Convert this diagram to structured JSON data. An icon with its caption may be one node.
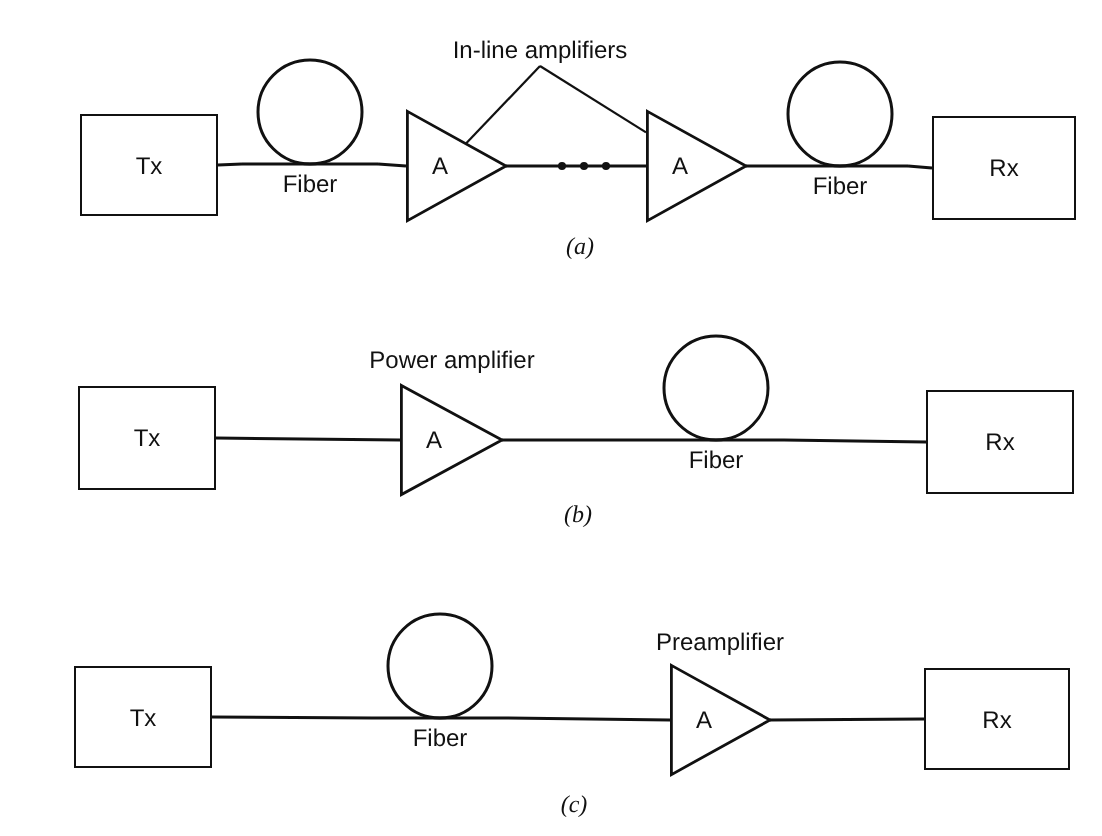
{
  "diagram": {
    "nodes": [
      {
        "text": [
          "Tx"
        ]
      },
      {
        "text": [
          "Fiber"
        ]
      },
      {
        "text": [
          "A"
        ]
      },
      {
        "text": [
          "In-line amplifiers"
        ]
      },
      {
        "text": [
          "A"
        ]
      },
      {
        "text": [
          "Fiber"
        ]
      },
      {
        "text": [
          "Rx"
        ]
      },
      {
        "text": [
          "Tx"
        ]
      },
      {
        "text": [
          "A"
        ],
        "beside": [
          "Power amplifier"
        ]
      },
      {
        "text": [
          "Fiber"
        ]
      },
      {
        "text": [
          "Rx"
        ]
      },
      {
        "text": [
          "Tx"
        ]
      },
      {
        "text": [
          "Fiber"
        ]
      },
      {
        "text": [
          "A"
        ],
        "beside": [
          "Preamplifier"
        ]
      },
      {
        "text": [
          "Rx"
        ]
      }
    ],
    "edges": [
      {
        "from": 0,
        "to": 1,
        "arrow": "none"
      },
      {
        "from": 1,
        "to": 2,
        "arrow": "none"
      },
      {
        "from": 2,
        "to": 4,
        "arrow": "none"
      },
      {
        "from": 4,
        "to": 5,
        "arrow": "none"
      },
      {
        "from": 5,
        "to": 6,
        "arrow": "none"
      },
      {
        "from": 3,
        "to": 2,
        "arrow": "none"
      },
      {
        "from": 3,
        "to": 4,
        "arrow": "none"
      },
      {
        "from": 7,
        "to": 8,
        "arrow": "none"
      },
      {
        "from": 8,
        "to": 9,
        "arrow": "none"
      },
      {
        "from": 9,
        "to": 10,
        "arrow": "none"
      },
      {
        "from": 11,
        "to": 12,
        "arrow": "none"
      },
      {
        "from": 12,
        "to": 13,
        "arrow": "none"
      },
      {
        "from": 13,
        "to": 14,
        "arrow": "none"
      }
    ],
    "labels": [
      "(a)",
      "(b)",
      "(c)"
    ]
  }
}
